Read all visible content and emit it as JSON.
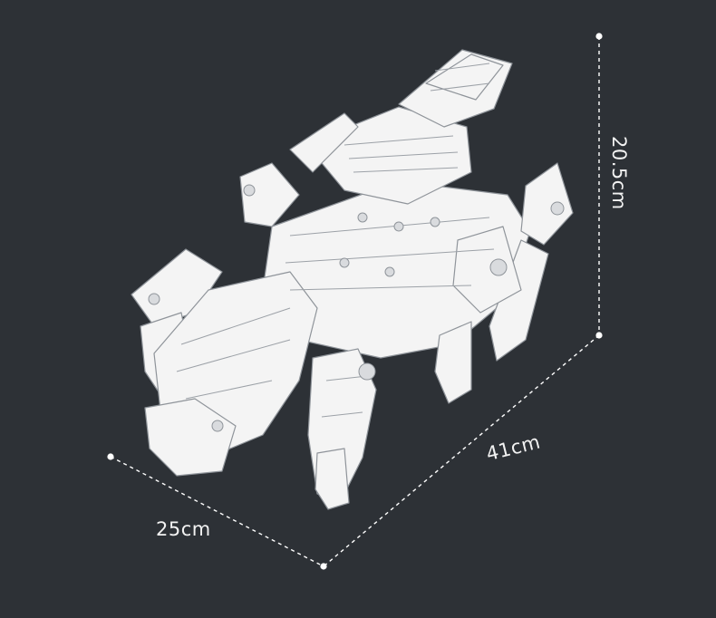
{
  "dimensions": {
    "height": "20.5cm",
    "length": "41cm",
    "width": "25cm"
  },
  "colors": {
    "background": "#2d3136",
    "model": "#f4f4f4",
    "outline": "#8f949a",
    "dimension_line": "#ffffff"
  }
}
